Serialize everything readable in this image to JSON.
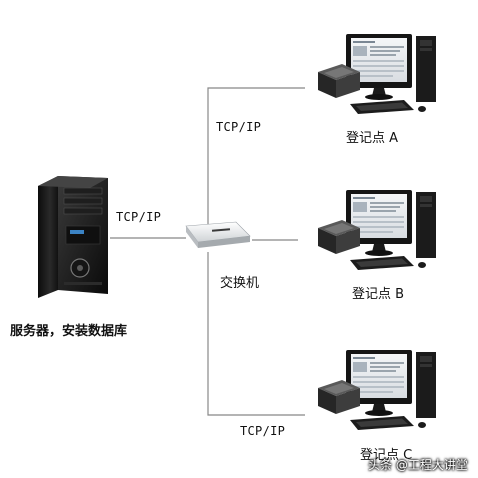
{
  "links": {
    "tcp_server": "TCP/IP",
    "tcp_top": "TCP/IP",
    "tcp_bottom": "TCP/IP"
  },
  "nodes": {
    "server_label": "服务器，安装数据库",
    "switch_label": "交换机",
    "station_a_label": "登记点 A",
    "station_b_label": "登记点 B",
    "station_c_label": "登记点 C"
  },
  "watermark": {
    "text": "头条 @工程大讲堂"
  }
}
